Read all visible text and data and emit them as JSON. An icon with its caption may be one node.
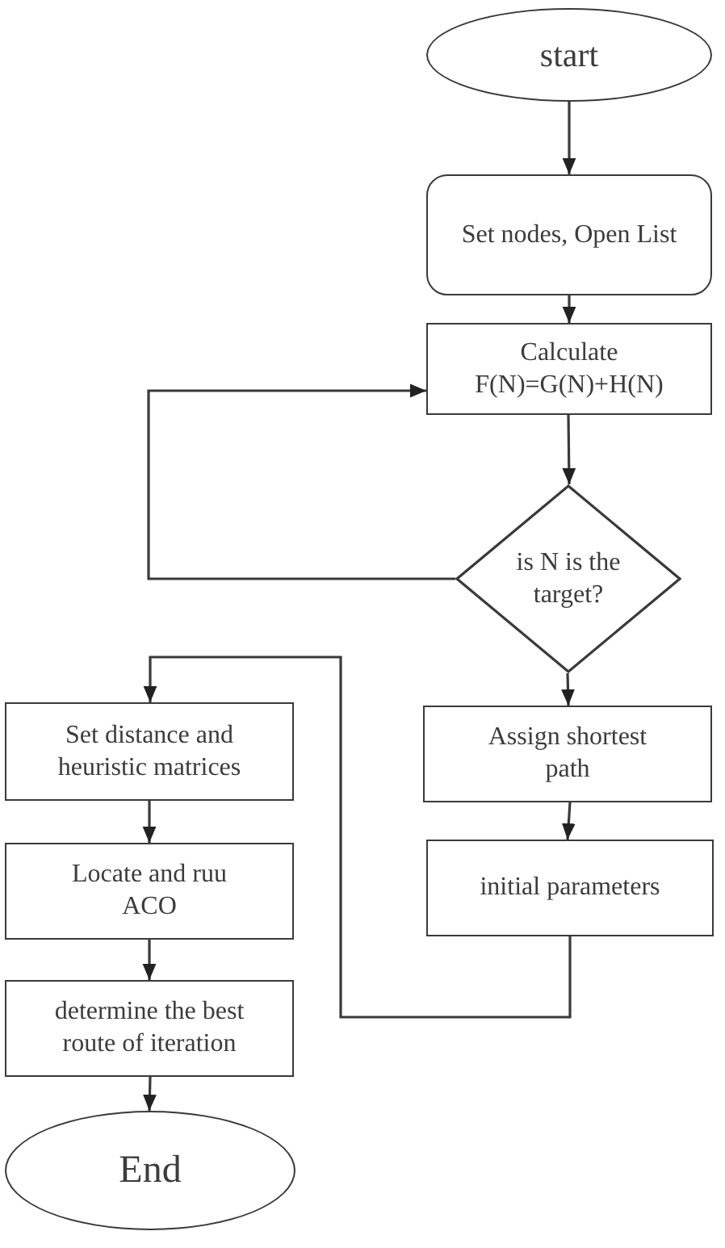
{
  "diagram": {
    "nodes": [
      {
        "text": [
          "start"
        ]
      },
      {
        "text": [
          "Set nodes, Open List"
        ]
      },
      {
        "text": [
          "Calculate F(N)=G(N)+H(N)"
        ]
      },
      {
        "text": [
          "is N is the target?"
        ]
      },
      {
        "text": [
          "Assign shortest path"
        ]
      },
      {
        "text": [
          "initial parameters"
        ]
      },
      {
        "text": [
          "Set distance and heuristic matrices"
        ]
      },
      {
        "text": [
          "Locate and ruu ACO"
        ]
      },
      {
        "text": [
          "determine the best route of iteration"
        ]
      },
      {
        "text": [
          "End"
        ]
      }
    ],
    "edges": [
      {
        "from": 0,
        "to": 1,
        "arrow": "to"
      },
      {
        "from": 1,
        "to": 2,
        "arrow": "to"
      },
      {
        "from": 2,
        "to": 3,
        "arrow": "to"
      },
      {
        "from": 3,
        "to": 2,
        "arrow": "to"
      },
      {
        "from": 3,
        "to": 4,
        "arrow": "to"
      },
      {
        "from": 4,
        "to": 5,
        "arrow": "to"
      },
      {
        "from": 5,
        "to": 6,
        "arrow": "to"
      },
      {
        "from": 6,
        "to": 7,
        "arrow": "to"
      },
      {
        "from": 7,
        "to": 8,
        "arrow": "to"
      },
      {
        "from": 8,
        "to": 9,
        "arrow": "to"
      }
    ]
  }
}
